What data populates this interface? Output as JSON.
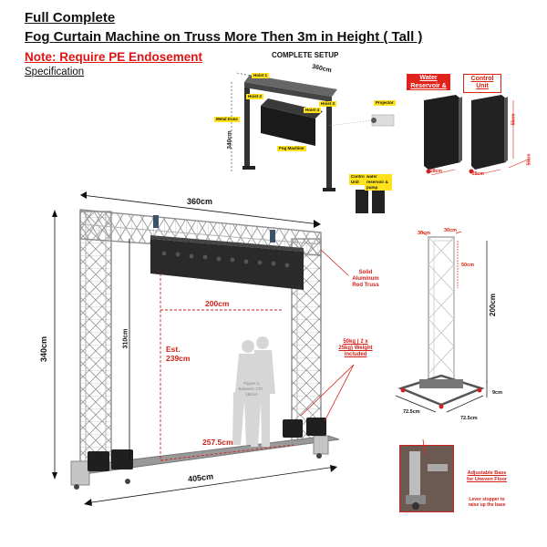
{
  "header": {
    "line1": "Full Complete",
    "line2": "Fog Curtain Machine on Truss More Then 3m in Height ( Tall )",
    "note": "Note: Require PE Endosement",
    "spec": "Specification"
  },
  "complete_setup": {
    "title": "COMPLETE SETUP",
    "dim_width": "360cm",
    "dim_height": "340cm",
    "labels": [
      "Hoist 1",
      "Hoist 2",
      "Hoist 3",
      "Hoist 4",
      "Projector",
      "Metal truss",
      "Fog Machine",
      "Control Unit",
      "water reservoir & pump"
    ]
  },
  "units": {
    "reservoir": "Water Reservoir & Pump",
    "control": "Control Unit",
    "dims": [
      "28cm",
      "28cm",
      "56cm",
      "56cm"
    ]
  },
  "main": {
    "width": "360cm",
    "height": "340cm",
    "inner_height": "310cm",
    "curtain_width": "200cm",
    "est_label": "Est.",
    "est_value": "239cm",
    "ground_span": "257.5cm",
    "base_width": "405cm",
    "truss_note": "Solid Aluminum Rod Truss",
    "weight_note": "50kg ( 2 x 25kg) Weight included",
    "figure_note": "Figure is Between 170 - 180cm"
  },
  "tower": {
    "top_a": "30cm",
    "top_b": "30cm",
    "seg": "50cm",
    "height": "200cm",
    "base_h": "9cm",
    "base_a": "72.5cm",
    "base_b": "72.5cm"
  },
  "base_detail": {
    "title": "Adjustable Base for Uneven Floor",
    "note": "Lever stopper to raise up the base"
  }
}
